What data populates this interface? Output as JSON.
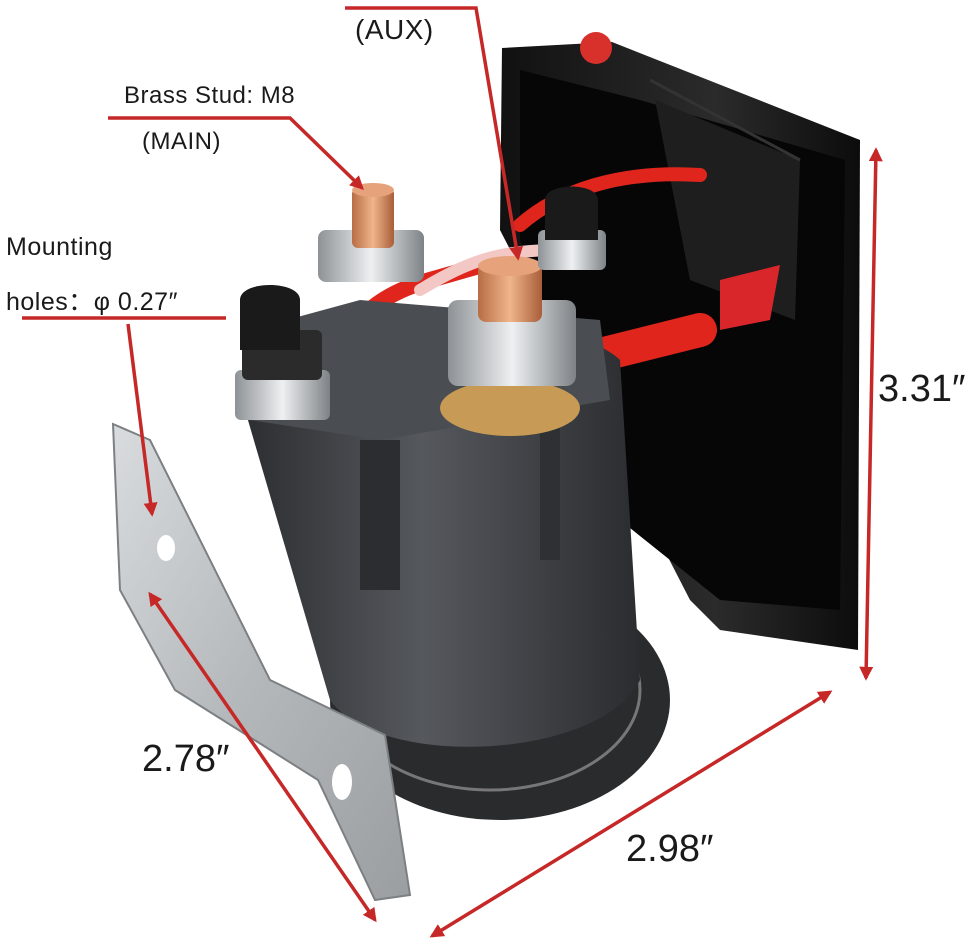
{
  "labels": {
    "aux": "(AUX)",
    "stud_line1": "Brass Stud: M8",
    "stud_line2": "(MAIN)",
    "mount_line1": "Mounting",
    "mount_line2": "holes：φ 0.27″",
    "height": "3.31″",
    "depth": "2.78″",
    "width": "2.98″"
  },
  "colors": {
    "annotation": "#c62828",
    "body": "#3c3f43",
    "copper": "#d28a5e",
    "wire": "#e0261c"
  }
}
